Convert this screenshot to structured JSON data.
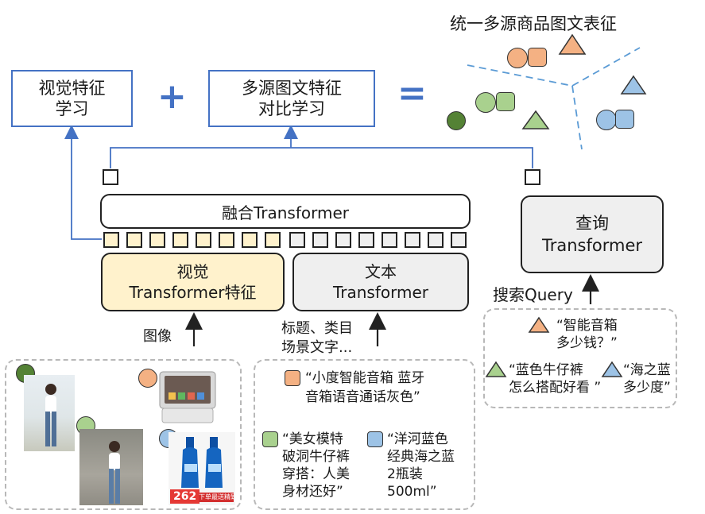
{
  "colors": {
    "accent": "#4472c4",
    "green": "#a9d18e",
    "orange": "#f4b183",
    "blue": "#9dc3e6",
    "dark_green": "#548235",
    "vision_fill": "#fff2cc",
    "text_fill": "#efefef"
  },
  "header": {
    "title": "统一多源商品图文表征"
  },
  "top_row": {
    "box1_line1": "视觉特征",
    "box1_line2": "学习",
    "plus": "+",
    "box2_line1": "多源图文特征",
    "box2_line2": "对比学习",
    "equals": "="
  },
  "fusion": {
    "label": "融合Transformer"
  },
  "tokens": {
    "vision_count": 8,
    "text_count": 8
  },
  "vision_encoder": {
    "line1": "视觉",
    "line2": "Transformer特征"
  },
  "text_encoder": {
    "line1": "文本",
    "line2": "Transformer"
  },
  "query_encoder": {
    "line1": "查询",
    "line2": "Transformer"
  },
  "inputs": {
    "image_label": "图像",
    "text_label_line1": "标题、类目",
    "text_label_line2": "场景文字...",
    "query_label": "搜索Query"
  },
  "text_samples": {
    "s1_line1": "“小度智能音箱 蓝牙",
    "s1_line2": "音箱语音通话灰色”",
    "s2_line1": "“美女模特",
    "s2_line2": "破洞牛仔裤",
    "s2_line3": "穿搭：人美",
    "s2_line4": "身材还好”",
    "s3_line1": "“洋河蓝色",
    "s3_line2": "经典海之蓝",
    "s3_line3": "2瓶装",
    "s3_line4": "500ml”"
  },
  "query_samples": {
    "q1_line1": "“智能音箱",
    "q1_line2": "多少钱？”",
    "q2_line1": "“蓝色牛仔裤",
    "q2_line2": "怎么搭配好看 ”",
    "q3_line1": "“海之蓝",
    "q3_line2": "多少度”"
  },
  "product_photos": {
    "price_tag": "262",
    "banner_text": "下单最送精致量杯"
  }
}
